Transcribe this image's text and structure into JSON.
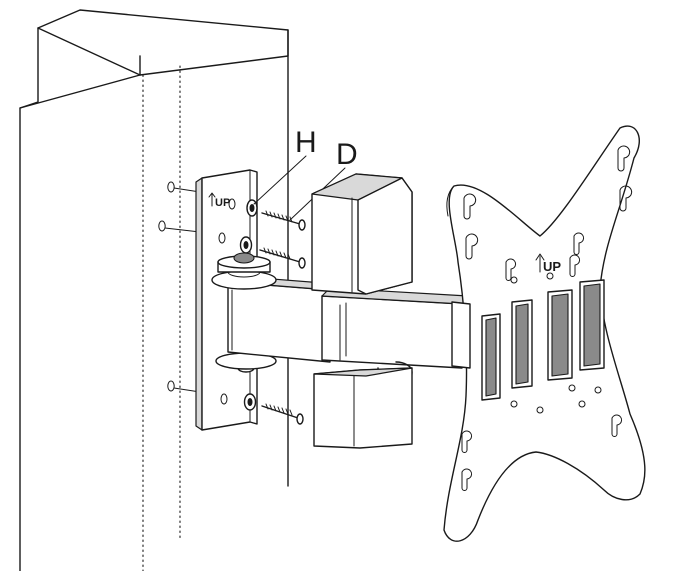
{
  "callouts": {
    "h_label": "H",
    "d_label": "D"
  },
  "marks": {
    "wall_plate_mark": "UP",
    "tv_plate_mark": "UP"
  }
}
